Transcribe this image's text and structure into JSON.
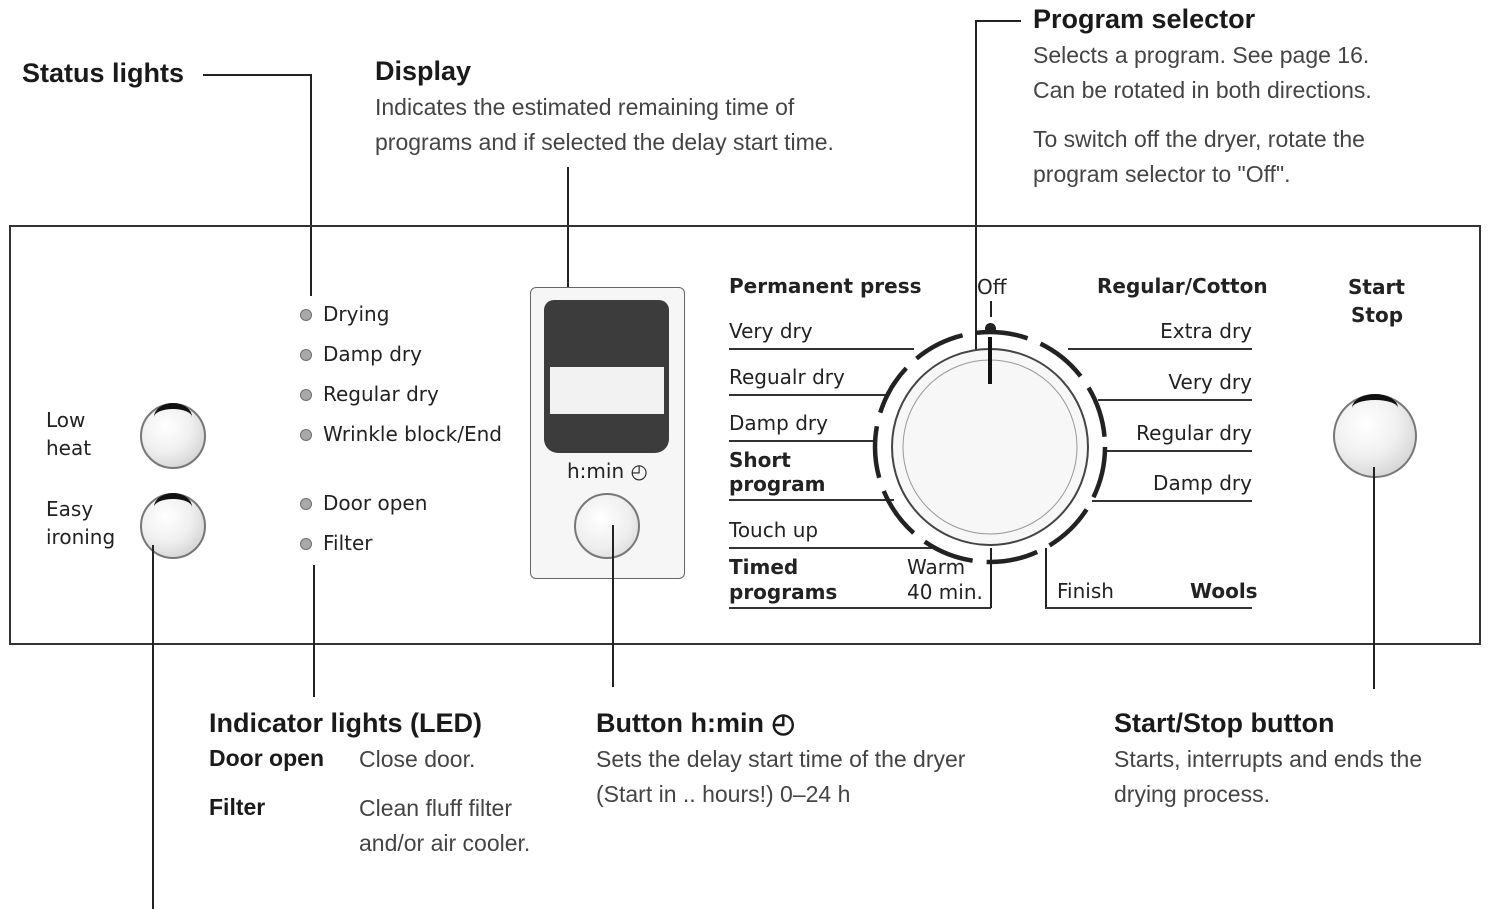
{
  "callouts": {
    "status_lights": "Status lights",
    "display": {
      "title": "Display",
      "desc_1": "Indicates the estimated remaining time of",
      "desc_2": "programs and if selected the delay start time."
    },
    "program_selector": {
      "title": "Program selector",
      "desc_1": "Selects a program. See page 16.",
      "desc_2": "Can be rotated in both directions.",
      "desc_3": "To switch off the dryer, rotate the",
      "desc_4": "program selector to \"Off\"."
    },
    "indicator_lights": {
      "title": "Indicator lights (LED)",
      "door_open_label": "Door open",
      "door_open_desc": "Close door.",
      "filter_label": "Filter",
      "filter_desc_1": "Clean fluff filter",
      "filter_desc_2": "and/or air cooler."
    },
    "button_hmin": {
      "title": "Button h:min ◴",
      "desc_1": "Sets the delay start time of the dryer",
      "desc_2": "(Start in .. hours!) 0–24 h"
    },
    "start_stop": {
      "title": "Start/Stop button",
      "desc_1": "Starts, interrupts and ends the",
      "desc_2": "drying process."
    }
  },
  "panel": {
    "left_buttons": {
      "low_heat_1": "Low",
      "low_heat_2": "heat",
      "easy_ironing_1": "Easy",
      "easy_ironing_2": "ironing"
    },
    "status_lights": [
      "Drying",
      "Damp dry",
      "Regular dry",
      "Wrinkle block/End"
    ],
    "indicator_lights": [
      "Door open",
      "Filter"
    ],
    "display_button_label": "h:min ◴",
    "program_dial": {
      "off": "Off",
      "permanent_press": {
        "heading": "Permanent press",
        "options": [
          "Very dry",
          "Regualr dry",
          "Damp dry"
        ]
      },
      "short_program_1": "Short",
      "short_program_2": "program",
      "touch_up": "Touch up",
      "timed_programs_1": "Timed",
      "timed_programs_2": "programs",
      "warm_1": "Warm",
      "warm_2": "40 min.",
      "regular_cotton": {
        "heading": "Regular/Cotton",
        "options": [
          "Extra dry",
          "Very dry",
          "Regular dry",
          "Damp dry"
        ]
      },
      "finish": "Finish",
      "wools": "Wools"
    },
    "start_stop_1": "Start",
    "start_stop_2": "Stop"
  }
}
